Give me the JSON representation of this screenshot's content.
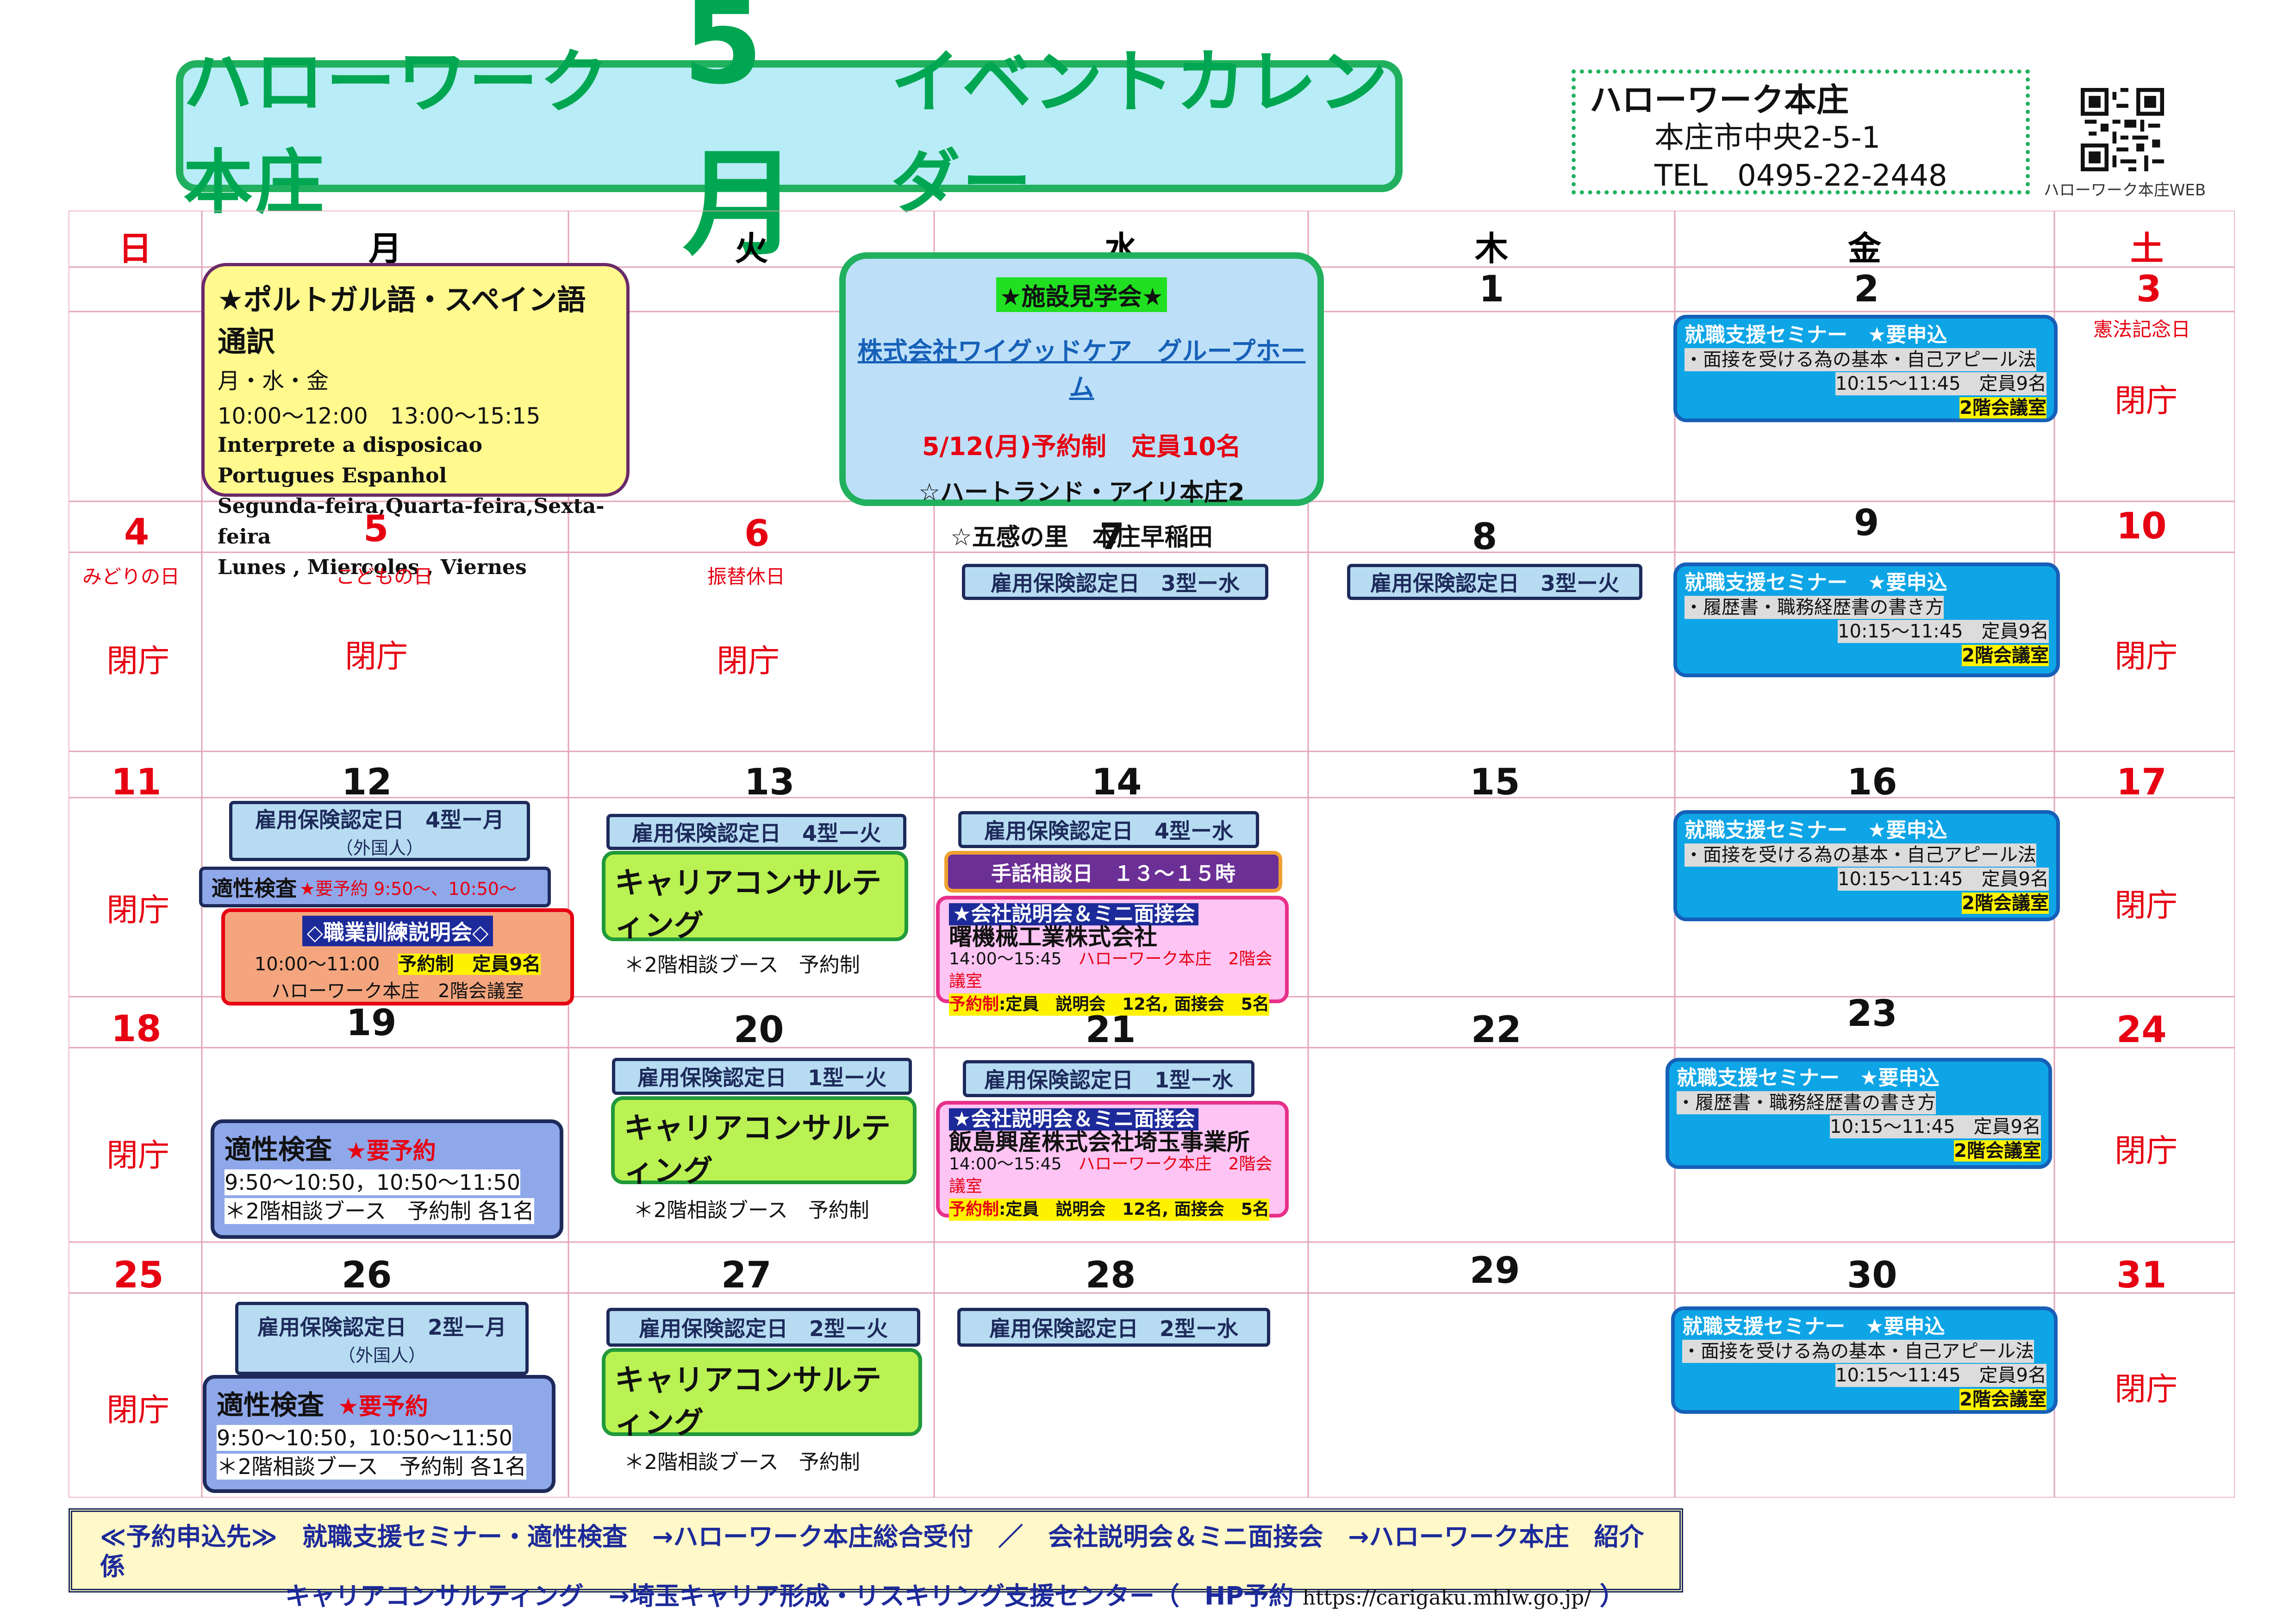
{
  "header": {
    "title_left": "ハローワーク本庄",
    "title_month": "5月",
    "title_right": "イベントカレンダー",
    "office_name": "ハローワーク本庄",
    "office_address": "本庄市中央2-5-1",
    "office_tel": "TEL　0495-22-2448",
    "qr_caption": "ハローワーク本庄WEB"
  },
  "weekdays": [
    "日",
    "月",
    "火",
    "水",
    "木",
    "金",
    "土"
  ],
  "days": {
    "d1": "1",
    "d2": "2",
    "d3": "3",
    "d4": "4",
    "d5": "5",
    "d6": "6",
    "d7": "7",
    "d8": "8",
    "d9": "9",
    "d10": "10",
    "d11": "11",
    "d12": "12",
    "d13": "13",
    "d14": "14",
    "d15": "15",
    "d16": "16",
    "d17": "17",
    "d18": "18",
    "d19": "19",
    "d20": "20",
    "d21": "21",
    "d22": "22",
    "d23": "23",
    "d24": "24",
    "d25": "25",
    "d26": "26",
    "d27": "27",
    "d28": "28",
    "d29": "29",
    "d30": "30",
    "d31": "31"
  },
  "holidays": {
    "d3": "憲法記念日",
    "d4": "みどりの日",
    "d5": "こどもの日",
    "d6": "振替休日"
  },
  "closed_label": "閉庁",
  "interpret": {
    "title": "★ポルトガル語・スペイン語通訳",
    "days": "月・水・金",
    "times": "10:00～12:00　13:00～15:15",
    "pt1": "Interprete a disposicao",
    "pt2": "Portugues Espanhol",
    "pt3": "Segunda-feira,Quarta-feira,Sexta-feira",
    "es": "Lunes , Miercoles , Viernes"
  },
  "tour": {
    "title": "★施設見学会★",
    "company": "株式会社ワイグッドケア　グループホーム",
    "date": "5/12(月)予約制　定員10名",
    "place1": "☆ハートランド・アイリ本庄2",
    "place2": "☆五感の里　本庄早稲田"
  },
  "seminar": {
    "title": "就職支援セミナー　★要申込",
    "topic_a": "・面接を受ける為の基本・自己アピール法",
    "topic_b": "・履歴書・職務経歴書の書き方",
    "time": "10:15～11:45　定員9名",
    "room": "2階会議室"
  },
  "hoken": {
    "d7": "雇用保険認定日　3型ー水",
    "d8": "雇用保険認定日　3型ー火",
    "d12": "雇用保険認定日　4型ー月",
    "d13": "雇用保険認定日　4型ー火",
    "d14": "雇用保険認定日　4型ー水",
    "d20": "雇用保険認定日　1型ー火",
    "d21": "雇用保険認定日　1型ー水",
    "d26": "雇用保険認定日　2型ー月",
    "d27": "雇用保険認定日　2型ー火",
    "d28": "雇用保険認定日　2型ー水",
    "foreigner": "（外国人）"
  },
  "tekisei": {
    "title": "適性検査",
    "reserve": "★要予約",
    "line1": "9:50～10:50，10:50～11:50",
    "line2": "＊2階相談ブース　予約制 各1名",
    "short_reserve": "★要予約 9:50～、10:50～"
  },
  "career": {
    "title": "キャリアコンサルティング",
    "sub": "＊2階相談ブース　予約制"
  },
  "kunren": {
    "title": "◇職業訓練説明会◇",
    "time": "10:00～11:00",
    "reserve": "予約制　定員9名",
    "place": "ハローワーク本庄　2階会議室"
  },
  "shuwa": {
    "label": "手話相談日　１３～１５時"
  },
  "setsumei": {
    "title": "★会社説明会＆ミニ面接会",
    "company_a": "曙機械工業株式会社",
    "company_b": "飯島興産株式会社埼玉事業所",
    "time": "14:00～15:45",
    "place": "ハローワーク本庄　2階会議室",
    "reserve_label": "予約制",
    "capacity": ":定員　説明会　12名, 面接会　5名"
  },
  "footer": {
    "line1": "≪予約申込先≫　就職支援セミナー・適性検査　→ハローワーク本庄総合受付　／　会社説明会＆ミニ面接会　→ハローワーク本庄　紹介係",
    "line2": "キャリアコンサルティング　→埼玉キャリア形成・リスキリング支援センター（　HP予約",
    "url": "https://carigaku.mhlw.go.jp/",
    "close": "）"
  },
  "colors": {
    "title_green": "#21b15e",
    "title_bg": "#b8ecf6",
    "red": "#e60012",
    "seminar_blue": "#0ea5e6",
    "navy": "#1d2a5a"
  }
}
